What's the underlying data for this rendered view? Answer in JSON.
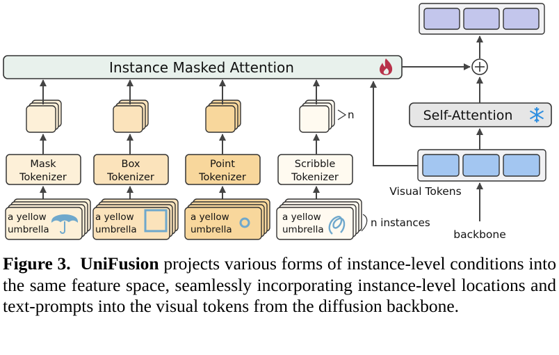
{
  "diagram": {
    "main_block": "Instance Masked Attention",
    "self_attention": "Self-Attention",
    "visual_tokens": "Visual Tokens",
    "backbone": "backbone",
    "n_label": "n",
    "n_instances": "n instances",
    "tokenizers": [
      {
        "line1": "Mask",
        "line2": "Tokenizer",
        "prompt1": "a yellow",
        "prompt2": "umbrella",
        "glyph": "umbrella-icon"
      },
      {
        "line1": "Box",
        "line2": "Tokenizer",
        "prompt1": "a yellow",
        "prompt2": "umbrella",
        "glyph": "box-icon"
      },
      {
        "line1": "Point",
        "line2": "Tokenizer",
        "prompt1": "a yellow",
        "prompt2": "umbrella",
        "glyph": "point-icon"
      },
      {
        "line1": "Scribble",
        "line2": "Tokenizer",
        "prompt1": "a yellow",
        "prompt2": "umbrella",
        "glyph": "scribble-icon"
      }
    ],
    "colors": {
      "mask": "#fdf0d8",
      "box": "#fbe3bb",
      "point": "#f8d79c",
      "scribble": "#fffaf0",
      "main_bar": "#e8f1ec",
      "self_attn": "#e6e6e6",
      "token": "#a3c6f1",
      "output_token": "#c3c6ec",
      "flame": "#b8324a",
      "snow": "#2f8fe0",
      "glyph": "#6fa8cc"
    }
  },
  "caption": {
    "label": "Figure 3.",
    "name": "UniFusion",
    "text": " projects various forms of instance-level conditions into the same feature space, seamlessly incorporating instance-level locations and text-prompts into the visual tokens from the diffusion backbone."
  }
}
